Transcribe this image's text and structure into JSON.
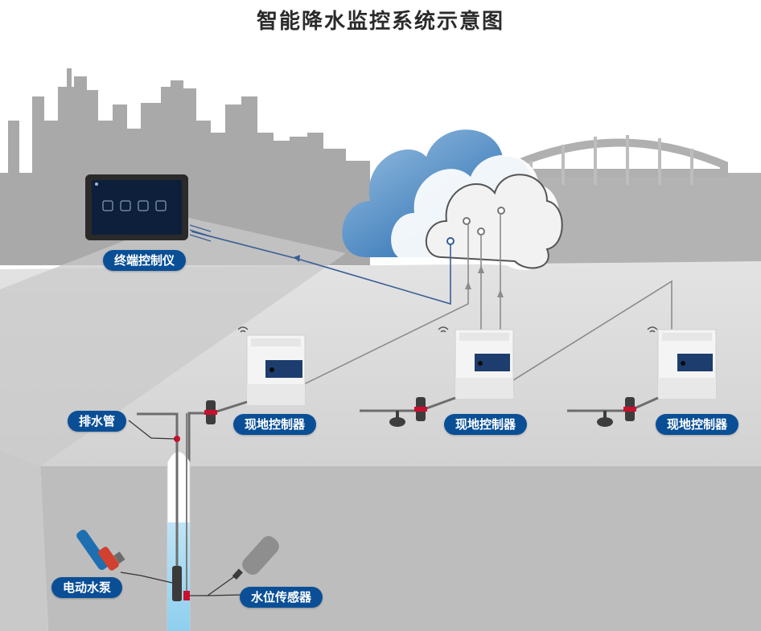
{
  "title": "智能降水监控系统示意图",
  "labels": {
    "terminal": "终端控制仪",
    "drain_pipe": "排水管",
    "controller_1": "现地控制器",
    "controller_2": "现地控制器",
    "controller_3": "现地控制器",
    "pump": "电动水泵",
    "level_sensor": "水位传感器"
  },
  "colors": {
    "label_bg": "#0a4f96",
    "skyline": "#a9a9a9",
    "ground": "#d9d9d9",
    "cloud_blue": "#4a86c0",
    "data_line": "#3a5f95",
    "signal_line": "#8c8c8c",
    "water": "#a8d8f0",
    "valve": "#c8102e"
  },
  "icons": [
    "wifi-icon",
    "cloud-icon",
    "tablet-icon",
    "valve-icon"
  ]
}
